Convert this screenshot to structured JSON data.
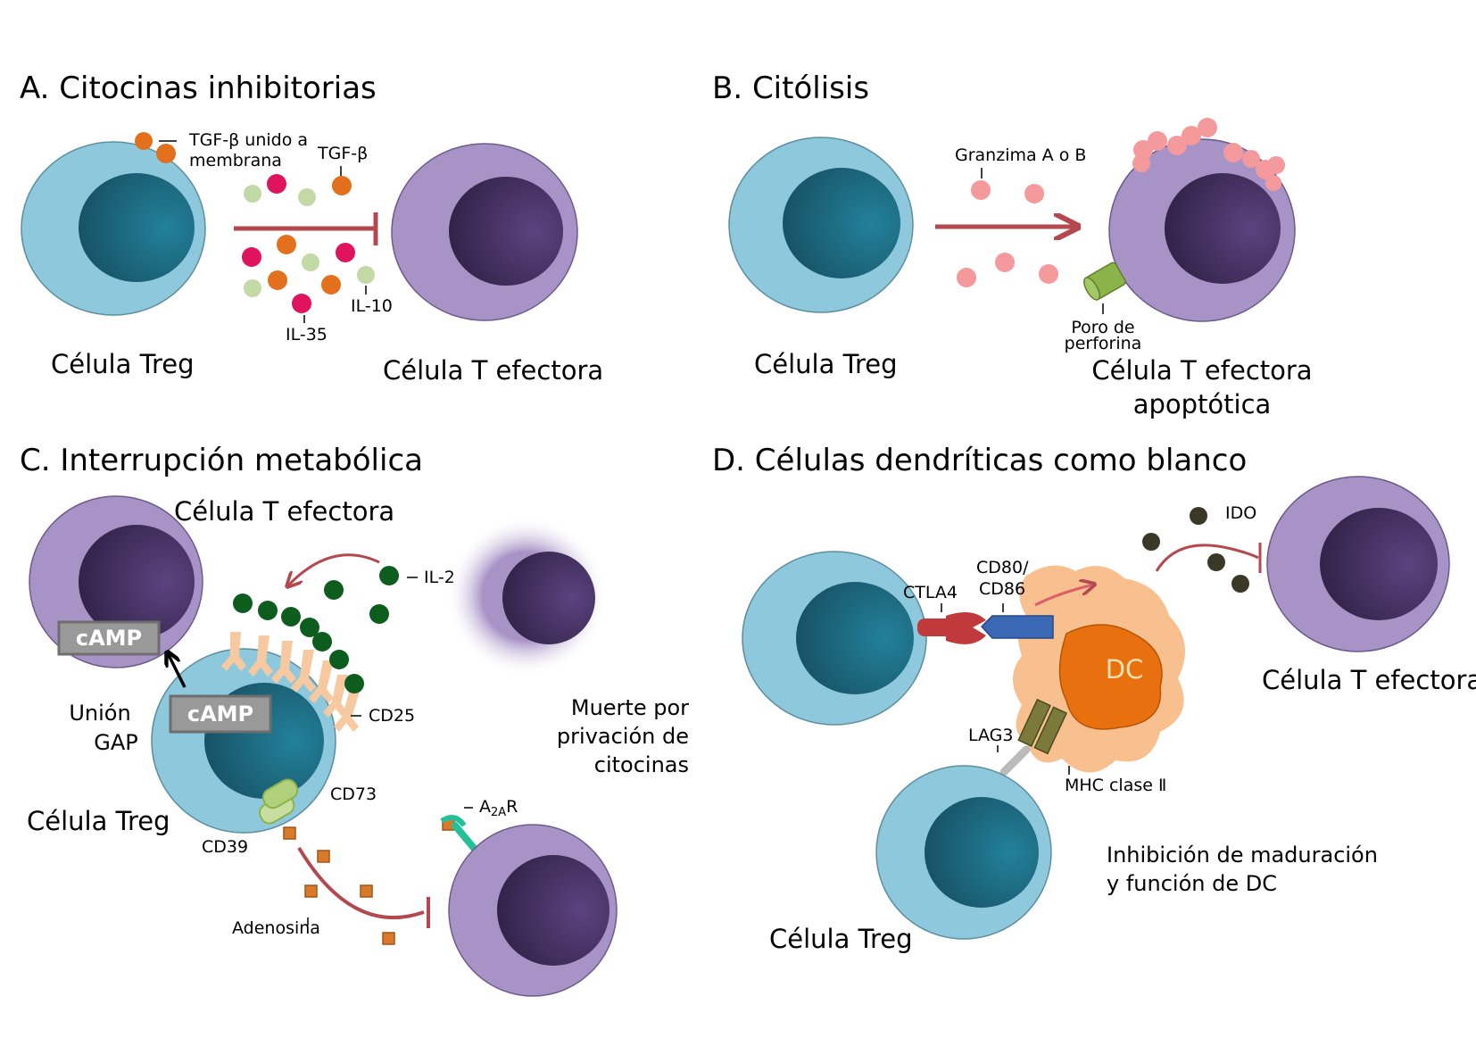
{
  "colors": {
    "treg_outer": "#8ec8dc",
    "treg_nucleus": "#1f7890",
    "teff_outer": "#a893c6",
    "teff_nucleus": "#523b70",
    "arrow": "#b5484f",
    "tgf_beta": "#e3701c",
    "il35": "#e0145e",
    "il10": "#c3d9a6",
    "granzyme": "#f4999c",
    "perforin": "#8cb34a",
    "il2": "#0d5e1e",
    "cd25": "#f6c9a0",
    "camp_box": "#999999",
    "adenosine": "#d97a2b",
    "a2ar": "#23c09a",
    "dc_body": "#f8bf8f",
    "dc_nucleus": "#e8700f",
    "ctla4": "#c0393b",
    "cd80": "#3a68b5",
    "mhc": "#7b7a3a",
    "lag3": "#bbbbbb",
    "ido": "#3a3826"
  },
  "panel_a": {
    "title": "A. Citocinas inhibitorias",
    "treg_label": "Célula Treg",
    "teff_label": "Célula T efectora",
    "label_tgf_membrane_1": "TGF-β unido a",
    "label_tgf_membrane_2": "membrana",
    "label_tgf": "TGF-β",
    "label_il10": "IL-10",
    "label_il35": "IL-35",
    "interaction": "inhibition"
  },
  "panel_b": {
    "title": "B. Citólisis",
    "treg_label": "Célula Treg",
    "teff_label_1": "Célula T efectora",
    "teff_label_2": "apoptótica",
    "label_granzyme": "Granzima A  o B",
    "label_perforin_1": "Poro de",
    "label_perforin_2": "perforina",
    "interaction": "activation"
  },
  "panel_c": {
    "title": "C. Interrupción metabólica",
    "teff_label": "Célula T efectora",
    "treg_label": "Célula Treg",
    "camp_1": "cAMP",
    "camp_2": "cAMP",
    "gap_1": "Unión",
    "gap_2": "GAP",
    "label_il2": "IL-2",
    "label_cd25": "CD25",
    "label_cd73": "CD73",
    "label_cd39": "CD39",
    "label_adenosine": "Adenosina",
    "label_a2ar_main": "A",
    "label_a2ar_sub": "2A",
    "label_a2ar_end": "R",
    "death_1": "Muerte por",
    "death_2": "privación de",
    "death_3": "citocinas"
  },
  "panel_d": {
    "title": "D. Células dendríticas como blanco",
    "teff_label": "Célula T efectora",
    "treg_label": "Célula Treg",
    "label_ctla4": "CTLA4",
    "label_cd80_1": "CD80/",
    "label_cd80_2": "CD86",
    "label_dc": "DC",
    "label_ido": "IDO",
    "label_lag3": "LAG3",
    "label_mhc": "MHC clase Ⅱ",
    "note_1": "Inhibición de maduración",
    "note_2": "y función de DC"
  }
}
